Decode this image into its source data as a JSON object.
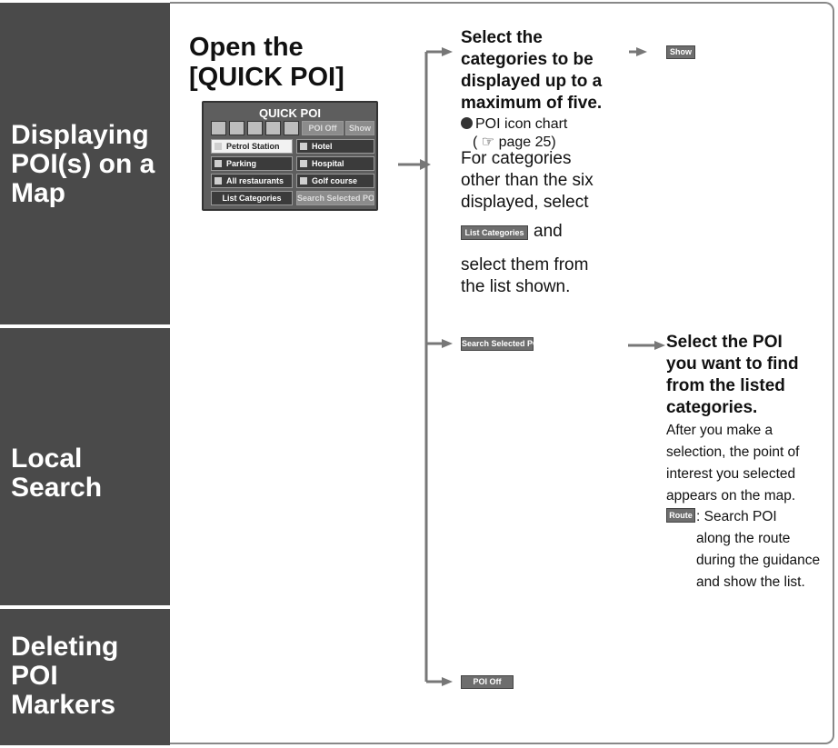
{
  "sections": [
    {
      "label": "Displaying\nPOI(s) on a\nMap"
    },
    {
      "label": "Local\nSearch"
    },
    {
      "label": "Deleting\nPOI\nMarkers"
    }
  ],
  "open_title": "Open the\n[QUICK POI]",
  "quick_poi": {
    "title": "QUICK POI",
    "poi_off": "POI Off",
    "show": "Show",
    "items": [
      "Petrol Station",
      "Hotel",
      "Parking",
      "Hospital",
      "All restaurants",
      "Golf course"
    ],
    "list_categories": "List Categories",
    "search_selected": "Search Selected POI"
  },
  "step_select": {
    "heading": "Select the\ncategories to be\ndisplayed up to a\nmaximum of five.",
    "bullet": "POI icon chart",
    "page_ref": "( ☞ page 25)",
    "text1": "For categories\nother than the six\ndisplayed, select",
    "btn_list": "List Categories",
    "text_and": "and",
    "text2": "select them from\nthe list shown."
  },
  "btn_show": "Show",
  "btn_search": "Search Selected POI",
  "step_local": {
    "heading": "Select the POI\nyou want to find\nfrom the listed\ncategories.",
    "text": "After you make a\nselection, the point of\ninterest you selected\nappears on the map.",
    "btn_route": "Route",
    "route_text": ": Search POI\nalong the route\nduring the guidance\nand show the list."
  },
  "btn_poi_off": "POI Off"
}
